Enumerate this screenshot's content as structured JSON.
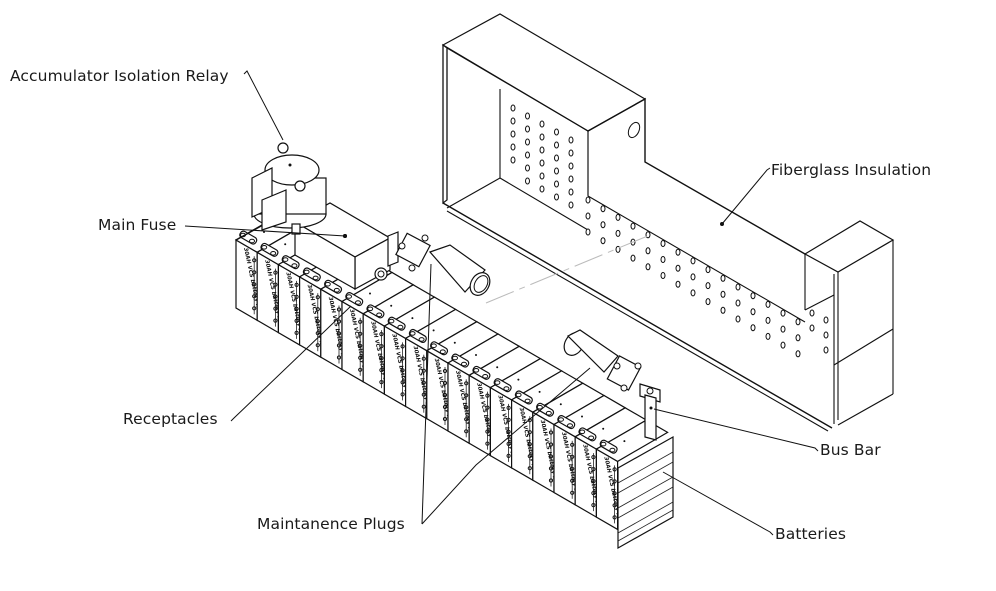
{
  "figure": {
    "type": "isometric-assembly-drawing",
    "subject": "Accumulator assembly"
  },
  "callouts": {
    "relay": "Accumulator Isolation Relay",
    "fuse": "Main Fuse",
    "insulation": "Fiberglass Insulation",
    "receptacles": "Receptacles",
    "bus_bar": "Bus Bar",
    "plugs": "Maintanence Plugs",
    "batteries": "Batteries"
  },
  "cell_label": "30AH VCS battery lat",
  "colors": {
    "line": "#111111",
    "background": "#ffffff",
    "centerline": "#bbbbbb"
  }
}
